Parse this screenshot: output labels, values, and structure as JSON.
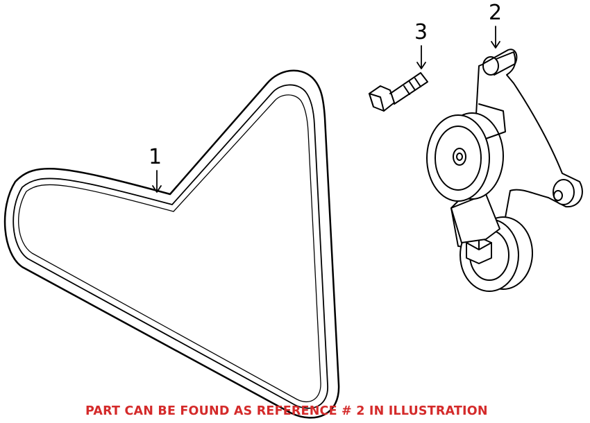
{
  "diagram": {
    "callouts": [
      {
        "number": "1",
        "part": "belt"
      },
      {
        "number": "2",
        "part": "tensioner"
      },
      {
        "number": "3",
        "part": "bolt"
      }
    ],
    "note": "PART CAN BE FOUND AS REFERENCE # 2 IN ILLUSTRATION",
    "note_color": "#d42a2a"
  }
}
